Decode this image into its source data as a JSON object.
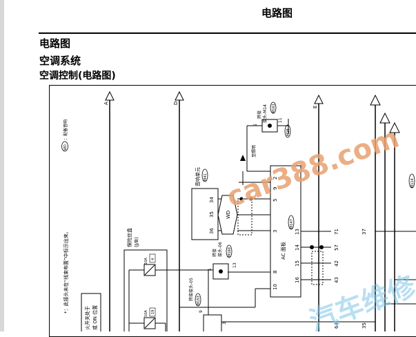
{
  "header": {
    "title": "电路图"
  },
  "sections": {
    "level1": "电路图",
    "level2": "空调系统",
    "level3": "空调控制(电路图)"
  },
  "legend": {
    "wd_code": "WD",
    "wd_text": "：配备音响"
  },
  "note": "*：此接头未在“线束布置”中标示出来。",
  "connectors": {
    "A": "A",
    "D": "D",
    "E": "E"
  },
  "audio_unit": {
    "name": "音响单元",
    "code": "M41",
    "pins": [
      "34",
      "35",
      "36"
    ]
  },
  "wd_mark": "WD",
  "jb": {
    "name": "保险丝盒",
    "sub": "(J/B)",
    "fuse1": [
      "10A",
      "4"
    ],
    "fuse2": [
      "10A",
      "19"
    ]
  },
  "joint_m14": {
    "name": "转接",
    "name2": "接头-M14",
    "code": "M161",
    "pins": [
      "5",
      "11"
    ],
    "ground": "M28"
  },
  "to_lighting": "至照明",
  "joint_06": {
    "name": "转接",
    "name2": "接头-06",
    "code": "M160",
    "pins": [
      "1",
      "13"
    ]
  },
  "joint_05": {
    "name": "转接接头-05",
    "code": "M153",
    "pins": [
      "9",
      "3"
    ]
  },
  "ac_panel": {
    "name": "AC 面板",
    "code": "M147",
    "left_pins": [
      "2",
      "9",
      "5",
      "3",
      "8",
      "10"
    ],
    "right_pins": [
      "13",
      "14",
      "15",
      "16"
    ]
  },
  "wires": {
    "w71": "71",
    "w57": "57",
    "w42": "42",
    "w43": "43",
    "w37": "37",
    "w35": "35",
    "w64": "64"
  },
  "switch_text": [
    "火开关处于",
    "或 ON 位置"
  ],
  "m114": "M114",
  "watermark": "car388.com",
  "watermark2": "汽车维修"
}
